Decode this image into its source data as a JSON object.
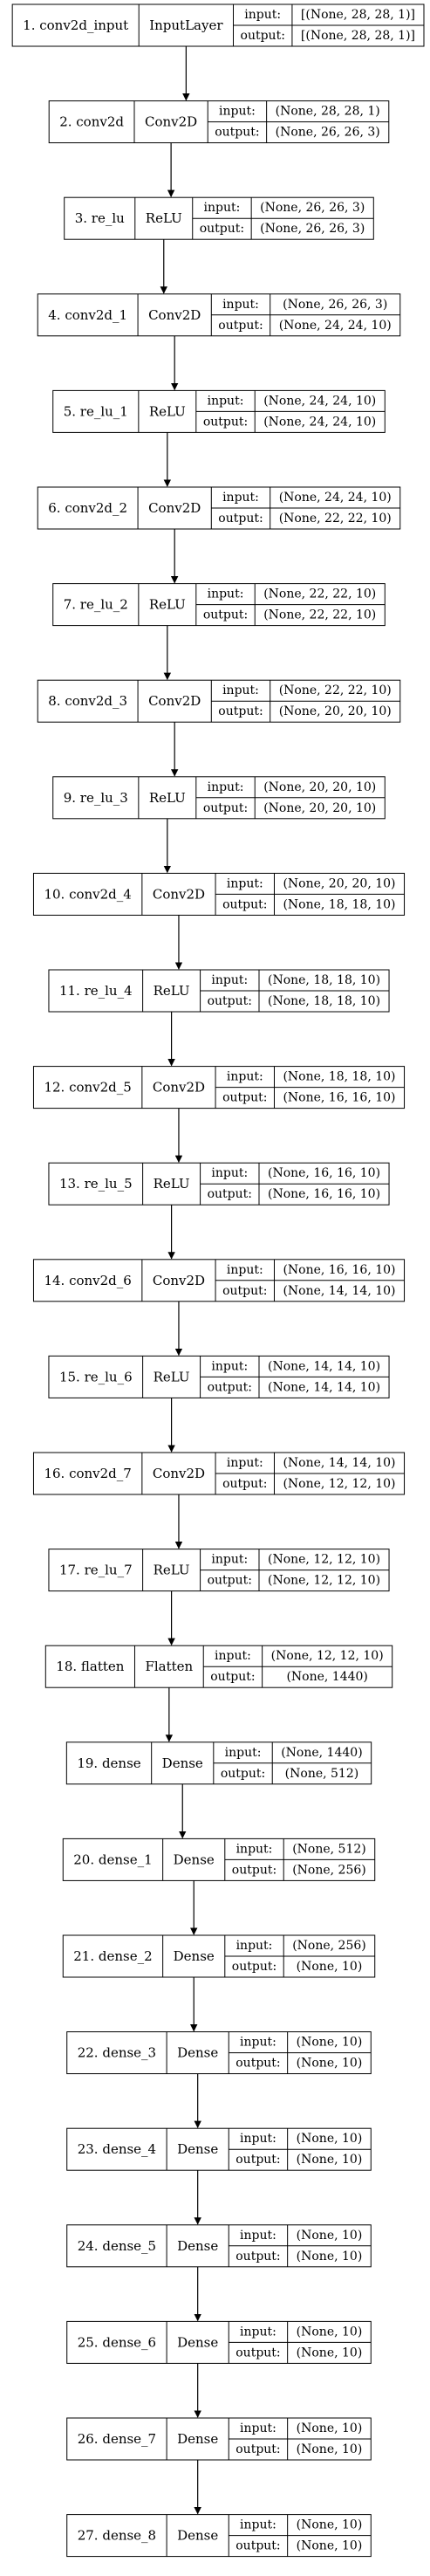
{
  "port_labels": {
    "input": "input:",
    "output": "output:"
  },
  "colors": {
    "line": "#000000",
    "background": "#ffffff"
  },
  "layers": [
    {
      "name": "1. conv2d_input",
      "class": "InputLayer",
      "input": "[(None, 28, 28, 1)]",
      "output": "[(None, 28, 28, 1)]"
    },
    {
      "name": "2. conv2d",
      "class": "Conv2D",
      "input": "(None, 28, 28, 1)",
      "output": "(None, 26, 26, 3)"
    },
    {
      "name": "3. re_lu",
      "class": "ReLU",
      "input": "(None, 26, 26, 3)",
      "output": "(None, 26, 26, 3)"
    },
    {
      "name": "4. conv2d_1",
      "class": "Conv2D",
      "input": "(None, 26, 26, 3)",
      "output": "(None, 24, 24, 10)"
    },
    {
      "name": "5. re_lu_1",
      "class": "ReLU",
      "input": "(None, 24, 24, 10)",
      "output": "(None, 24, 24, 10)"
    },
    {
      "name": "6. conv2d_2",
      "class": "Conv2D",
      "input": "(None, 24, 24, 10)",
      "output": "(None, 22, 22, 10)"
    },
    {
      "name": "7. re_lu_2",
      "class": "ReLU",
      "input": "(None, 22, 22, 10)",
      "output": "(None, 22, 22, 10)"
    },
    {
      "name": "8. conv2d_3",
      "class": "Conv2D",
      "input": "(None, 22, 22, 10)",
      "output": "(None, 20, 20, 10)"
    },
    {
      "name": "9. re_lu_3",
      "class": "ReLU",
      "input": "(None, 20, 20, 10)",
      "output": "(None, 20, 20, 10)"
    },
    {
      "name": "10. conv2d_4",
      "class": "Conv2D",
      "input": "(None, 20, 20, 10)",
      "output": "(None, 18, 18, 10)"
    },
    {
      "name": "11. re_lu_4",
      "class": "ReLU",
      "input": "(None, 18, 18, 10)",
      "output": "(None, 18, 18, 10)"
    },
    {
      "name": "12. conv2d_5",
      "class": "Conv2D",
      "input": "(None, 18, 18, 10)",
      "output": "(None, 16, 16, 10)"
    },
    {
      "name": "13. re_lu_5",
      "class": "ReLU",
      "input": "(None, 16, 16, 10)",
      "output": "(None, 16, 16, 10)"
    },
    {
      "name": "14. conv2d_6",
      "class": "Conv2D",
      "input": "(None, 16, 16, 10)",
      "output": "(None, 14, 14, 10)"
    },
    {
      "name": "15. re_lu_6",
      "class": "ReLU",
      "input": "(None, 14, 14, 10)",
      "output": "(None, 14, 14, 10)"
    },
    {
      "name": "16. conv2d_7",
      "class": "Conv2D",
      "input": "(None, 14, 14, 10)",
      "output": "(None, 12, 12, 10)"
    },
    {
      "name": "17. re_lu_7",
      "class": "ReLU",
      "input": "(None, 12, 12, 10)",
      "output": "(None, 12, 12, 10)"
    },
    {
      "name": "18. flatten",
      "class": "Flatten",
      "input": "(None, 12, 12, 10)",
      "output": "(None, 1440)"
    },
    {
      "name": "19. dense",
      "class": "Dense",
      "input": "(None, 1440)",
      "output": "(None, 512)"
    },
    {
      "name": "20. dense_1",
      "class": "Dense",
      "input": "(None, 512)",
      "output": "(None, 256)"
    },
    {
      "name": "21. dense_2",
      "class": "Dense",
      "input": "(None, 256)",
      "output": "(None, 10)"
    },
    {
      "name": "22. dense_3",
      "class": "Dense",
      "input": "(None, 10)",
      "output": "(None, 10)"
    },
    {
      "name": "23. dense_4",
      "class": "Dense",
      "input": "(None, 10)",
      "output": "(None, 10)"
    },
    {
      "name": "24. dense_5",
      "class": "Dense",
      "input": "(None, 10)",
      "output": "(None, 10)"
    },
    {
      "name": "25. dense_6",
      "class": "Dense",
      "input": "(None, 10)",
      "output": "(None, 10)"
    },
    {
      "name": "26. dense_7",
      "class": "Dense",
      "input": "(None, 10)",
      "output": "(None, 10)"
    },
    {
      "name": "27. dense_8",
      "class": "Dense",
      "input": "(None, 10)",
      "output": "(None, 10)"
    }
  ]
}
